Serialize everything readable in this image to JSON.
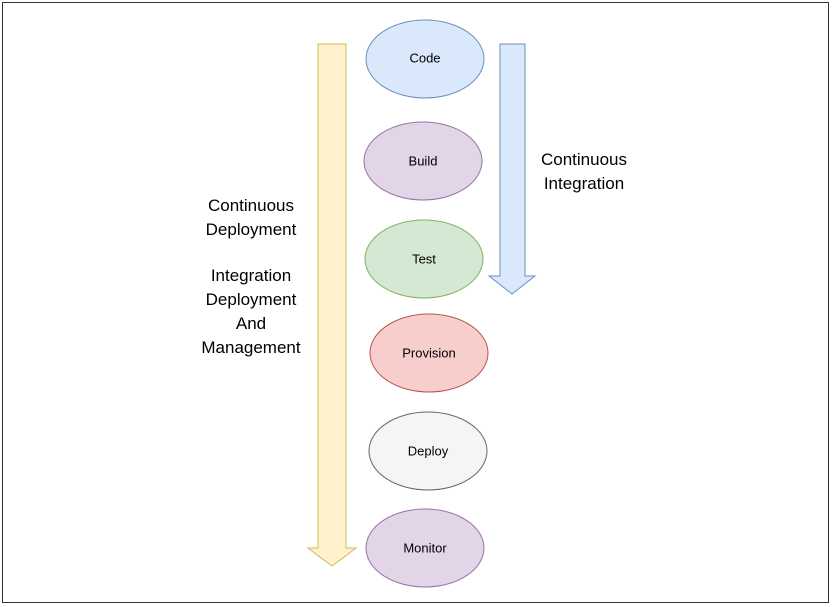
{
  "diagram": {
    "stages": [
      {
        "label": "Code",
        "fill": "#dae8fc",
        "stroke": "#6c8ebf"
      },
      {
        "label": "Build",
        "fill": "#e1d5e7",
        "stroke": "#9673a6"
      },
      {
        "label": "Test",
        "fill": "#d5e8d4",
        "stroke": "#82b366"
      },
      {
        "label": "Provision",
        "fill": "#f8cecc",
        "stroke": "#b85450"
      },
      {
        "label": "Deploy",
        "fill": "#f5f5f5",
        "stroke": "#666666"
      },
      {
        "label": "Monitor",
        "fill": "#e1d5e7",
        "stroke": "#9673a6"
      }
    ],
    "continuous_deployment": {
      "title_line1": "Continuous",
      "title_line2": "Deployment",
      "sub_line1": "Integration",
      "sub_line2": "Deployment",
      "sub_line3": "And",
      "sub_line4": "Management",
      "arrow_fill": "#fff2cc",
      "arrow_stroke": "#d6b656"
    },
    "continuous_integration": {
      "line1": "Continuous",
      "line2": "Integration",
      "arrow_fill": "#dae8fc",
      "arrow_stroke": "#6c8ebf"
    }
  }
}
